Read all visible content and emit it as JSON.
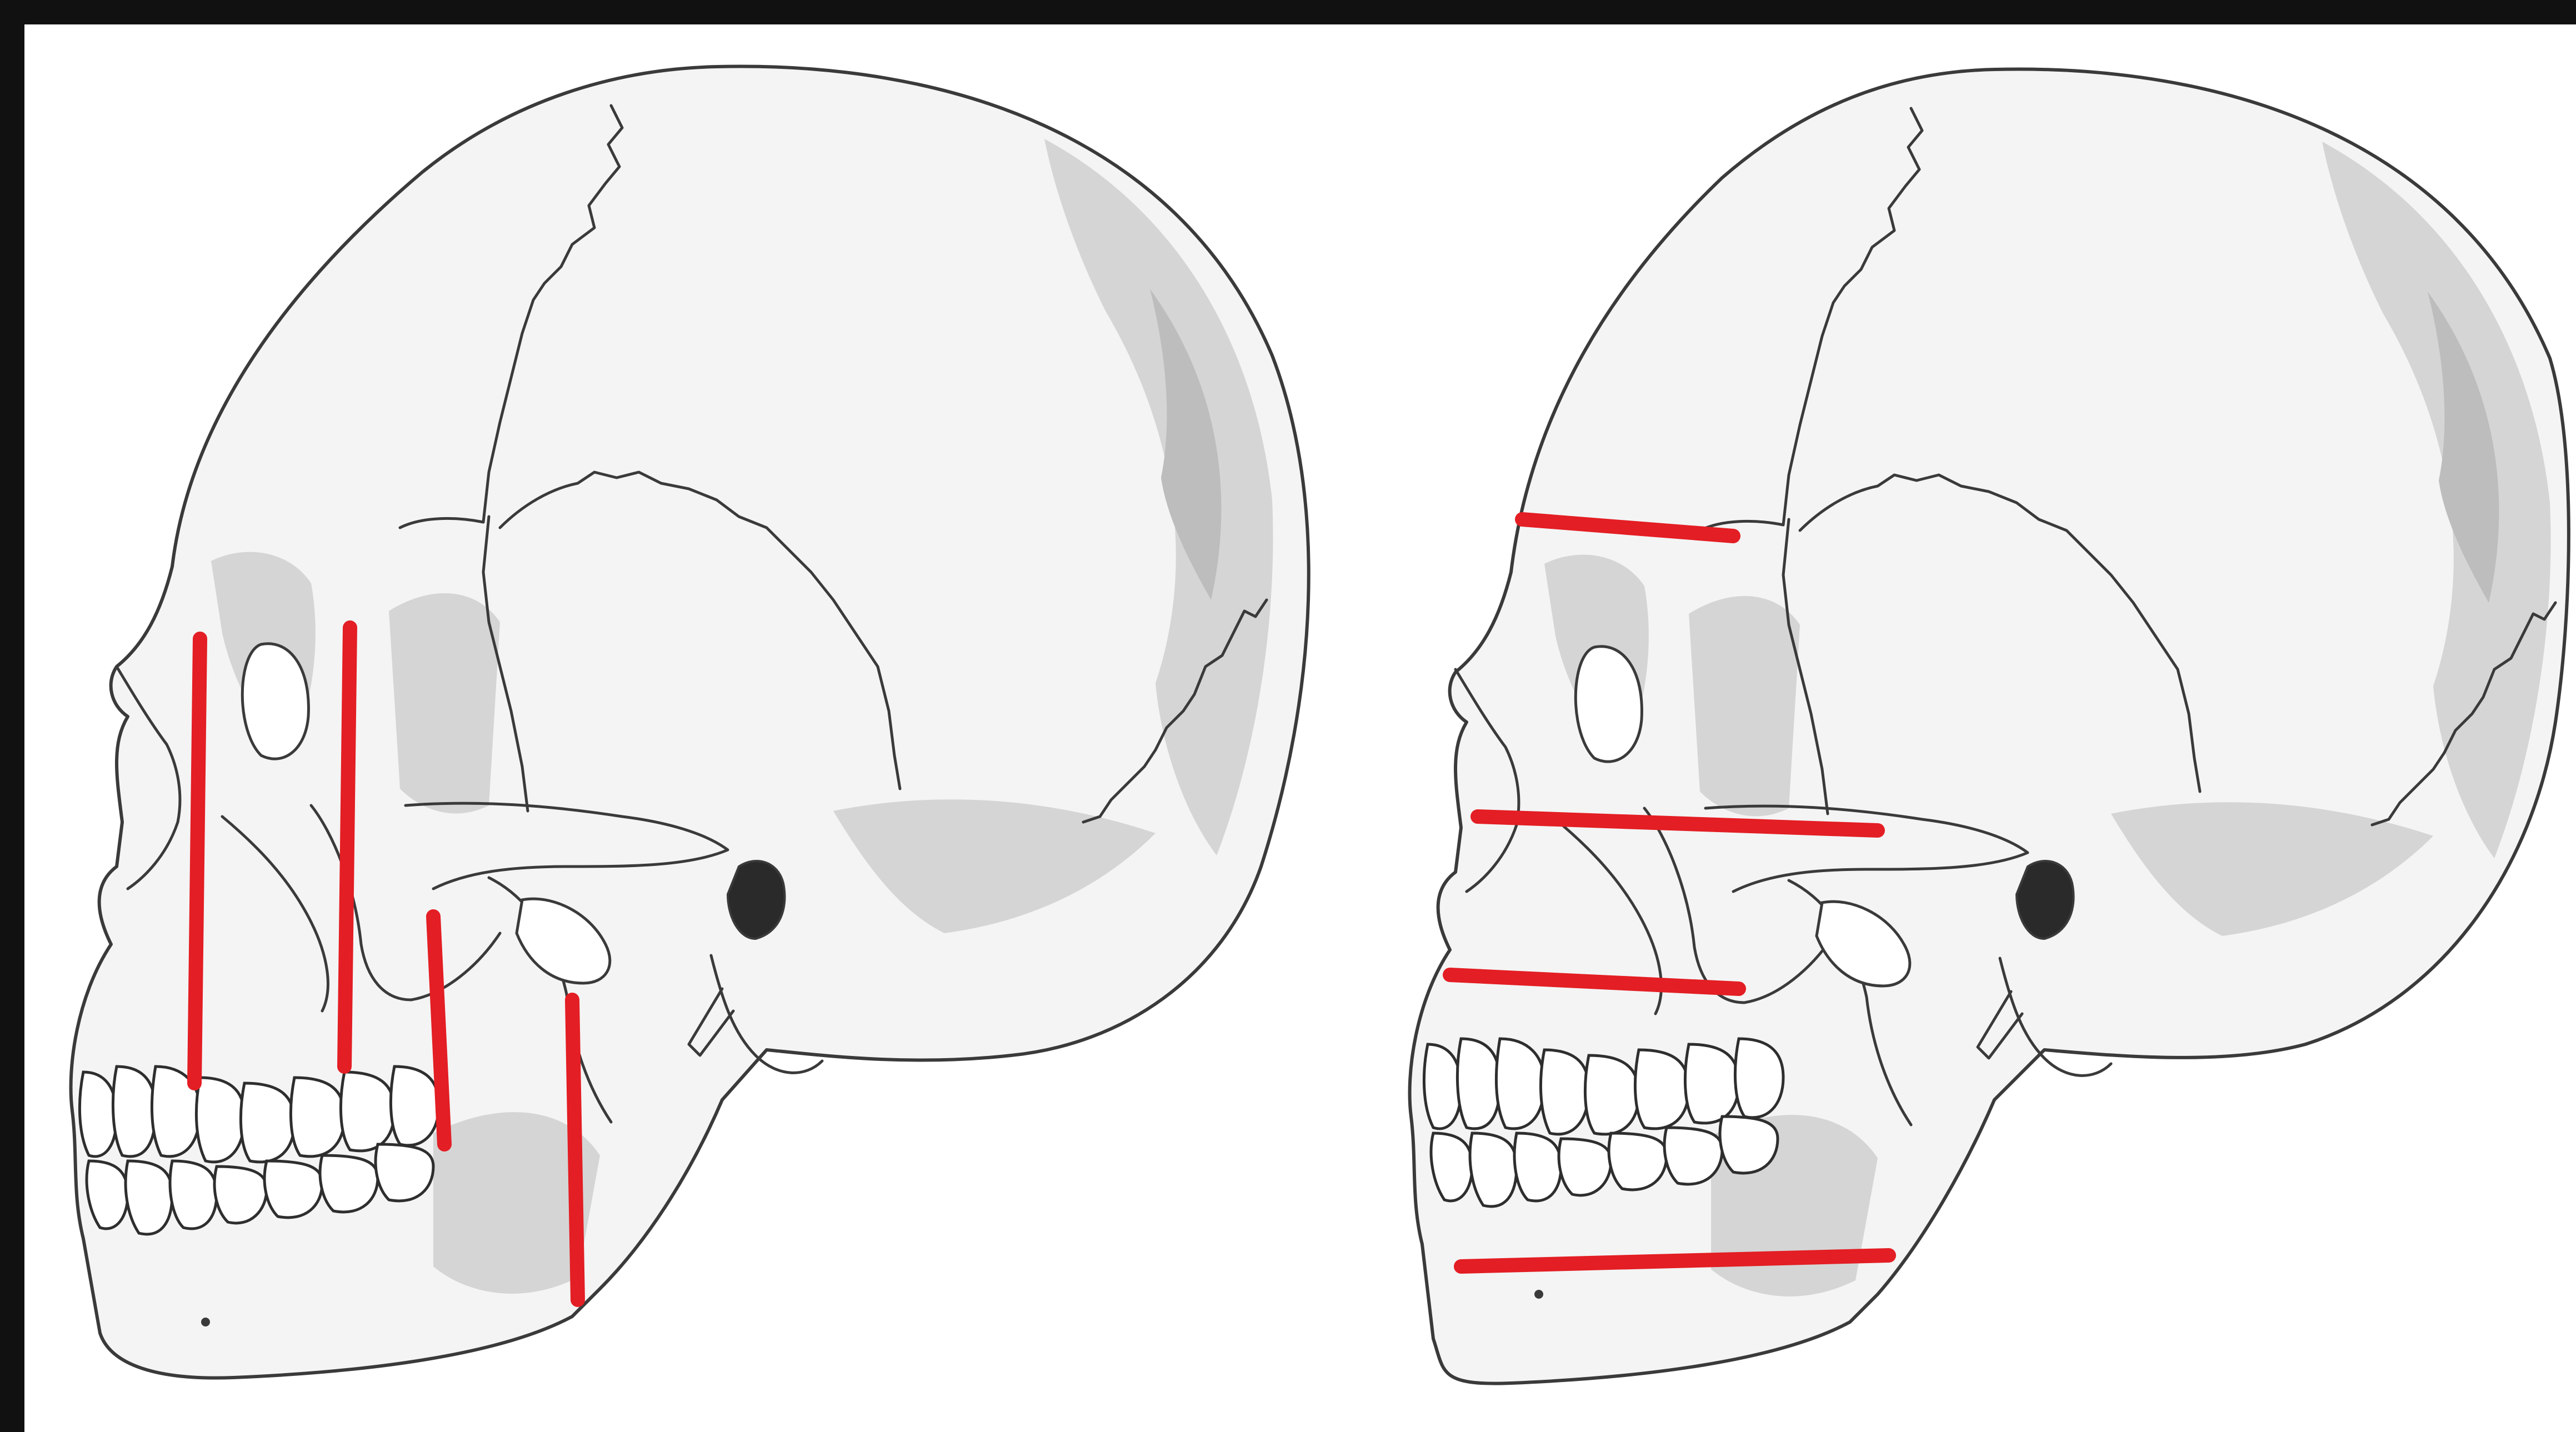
{
  "figure": {
    "panels": [
      {
        "name": "left-skull",
        "line_orientation": "vertical",
        "line_count": 4,
        "line_color": "#e31e24"
      },
      {
        "name": "right-skull",
        "line_orientation": "horizontal",
        "line_count": 4,
        "line_color": "#e31e24"
      }
    ],
    "skull_fill": "#f4f4f4",
    "skull_shade": "#d5d5d5",
    "outline_color": "#3a3a3a",
    "background": "#ffffff",
    "border": "#111111"
  }
}
